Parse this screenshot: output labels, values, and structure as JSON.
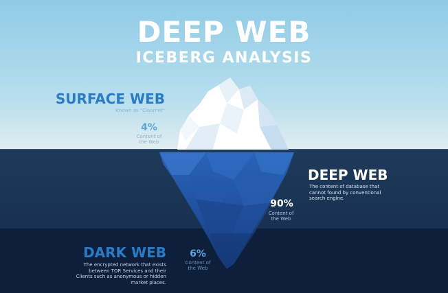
{
  "title": {
    "line1": "DEEP WEB",
    "line2": "ICEBERG ANALYSIS"
  },
  "surface": {
    "heading": "SURFACE WEB",
    "subtitle": "Known as \"Clearnet\"",
    "percent": "4%",
    "percent_caption": "Content of the Web"
  },
  "deep": {
    "heading": "DEEP WEB",
    "description": "The content of database that cannot found by conventional search engine.",
    "percent": "90%",
    "percent_caption": "Content of the Web"
  },
  "dark": {
    "heading": "DARK WEB",
    "description": "The encrypted network that exists between TOR Services and their Clients such as anonymous or hidden market places.",
    "percent": "6%",
    "percent_caption": "Content of the Web"
  },
  "colors": {
    "heading_blue": "#2b7bc4",
    "white": "#ffffff",
    "light_blue": "#5aa7dd"
  }
}
